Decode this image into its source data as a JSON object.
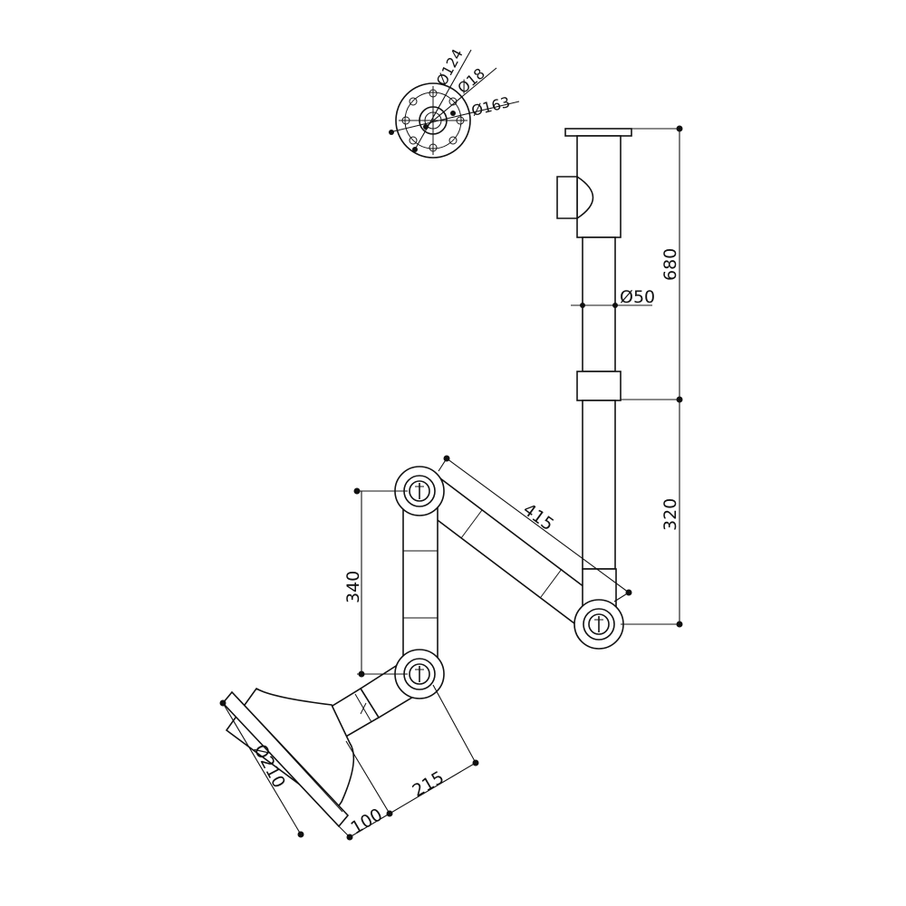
{
  "drawing": {
    "flange": {
      "d_inner": "Ø124",
      "d_bolt": "Ø18",
      "d_outer": "Ø163"
    },
    "dims": {
      "upper_height": "680",
      "tube_diameter": "Ø50",
      "lower_height": "320",
      "arm_length": "415",
      "arm_drop": "340",
      "hood_diameter": "Ø210",
      "hood_depth": "100",
      "hood_offset": "215"
    }
  }
}
